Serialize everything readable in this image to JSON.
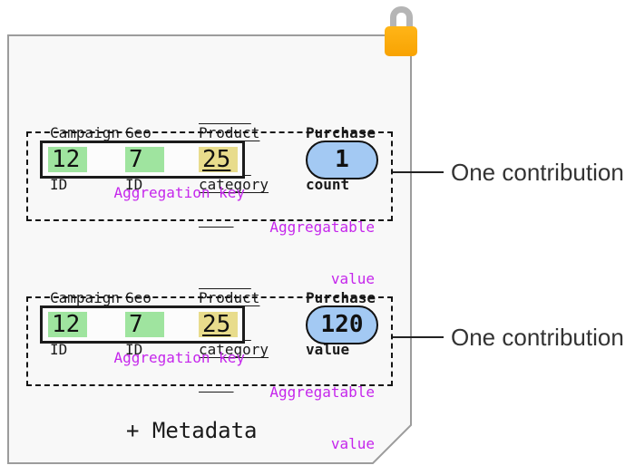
{
  "lock": {
    "icon": "padlock"
  },
  "card": {
    "metadata_label": "+ Metadata"
  },
  "sections": [
    {
      "headers": [
        {
          "line1": "Campaign",
          "line2": "ID"
        },
        {
          "line1": "Geo",
          "line2": "ID"
        },
        {
          "line1": "Product",
          "line2": "category"
        },
        {
          "line1": "Purchase",
          "line2": "count"
        }
      ],
      "cells": [
        "12",
        "7",
        "25"
      ],
      "value": "1",
      "key_label": "Aggregation key",
      "value_label_line1": "Aggregatable",
      "value_label_line2": "value",
      "annotation": "One contribution"
    },
    {
      "headers": [
        {
          "line1": "Campaign",
          "line2": "ID"
        },
        {
          "line1": "Geo",
          "line2": "ID"
        },
        {
          "line1": "Product",
          "line2": "category"
        },
        {
          "line1": "Purchase",
          "line2": "value"
        }
      ],
      "cells": [
        "12",
        "7",
        "25"
      ],
      "value": "120",
      "key_label": "Aggregation key",
      "value_label_line1": "Aggregatable",
      "value_label_line2": "value",
      "annotation": "One contribution"
    }
  ],
  "colors": {
    "cell_green": "#9fe49f",
    "cell_khaki": "#e8dc8c",
    "pill_blue": "#a3c9f3",
    "label_magenta": "#c526ec",
    "lock_body_orange": "#fcab0d",
    "lock_shackle_gray": "#b5b5b5",
    "card_bg": "#f8f8f8",
    "card_border": "#9c9c9c"
  }
}
